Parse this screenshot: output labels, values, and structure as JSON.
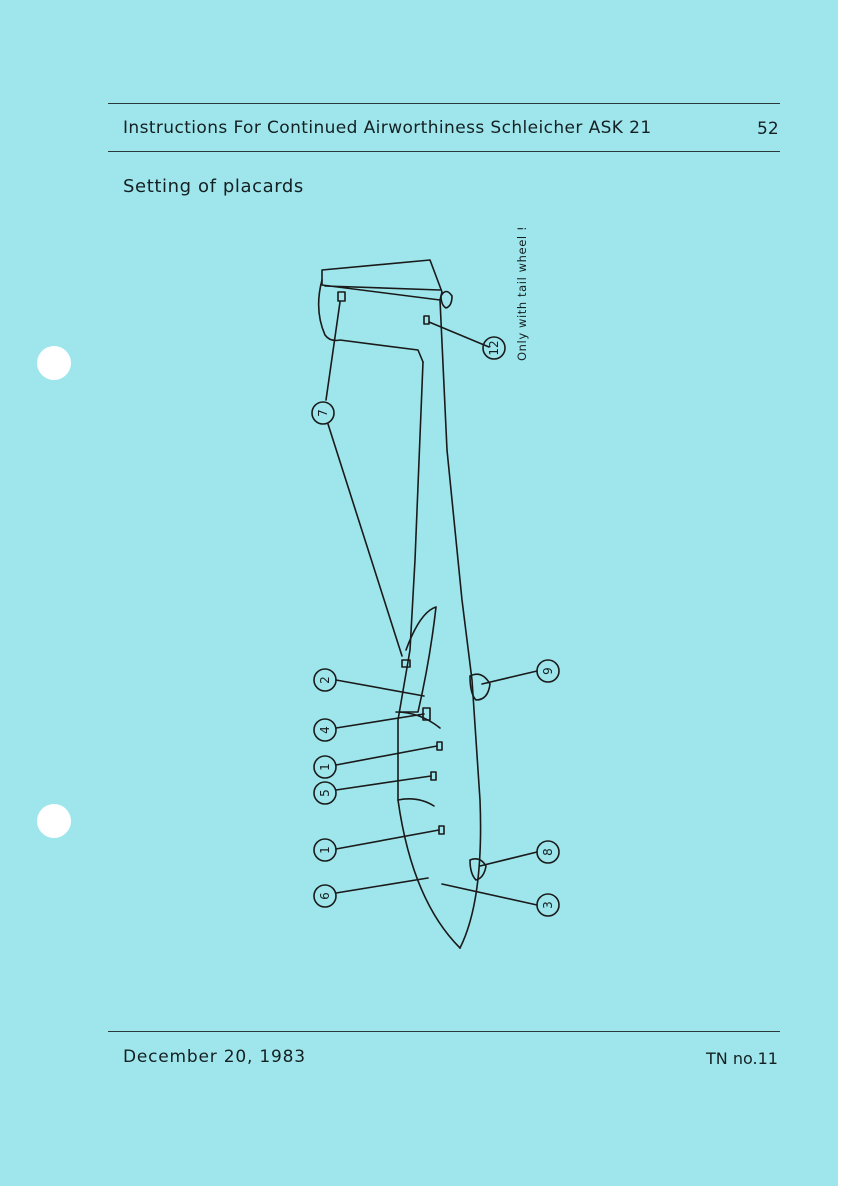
{
  "header": {
    "title": "Instructions For Continued Airworthiness Schleicher ASK 21",
    "page_number": "52"
  },
  "section_title": "Setting of placards",
  "drawing": {
    "note": "Only with tail wheel !",
    "callouts": [
      "12",
      "7",
      "2",
      "4",
      "1",
      "5",
      "1",
      "6",
      "9",
      "8",
      "3"
    ]
  },
  "footer": {
    "date": "December 20, 1983",
    "doc_number": "TN no.11"
  }
}
